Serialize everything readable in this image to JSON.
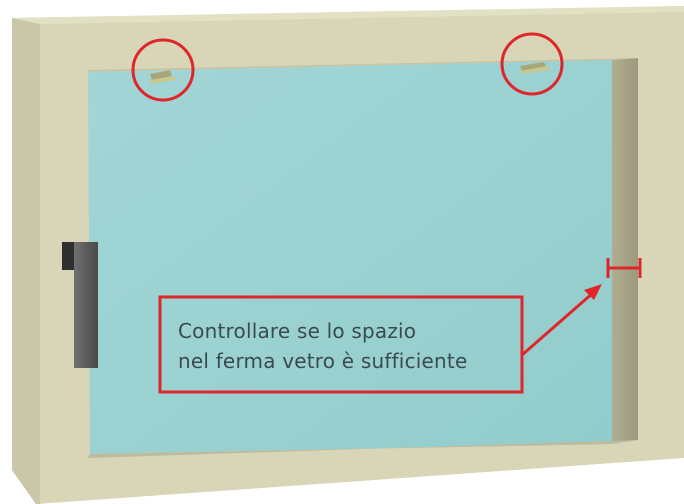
{
  "callout": {
    "line1": "Controllare se lo spazio",
    "line2": "nel ferma vetro è sufficiente"
  },
  "colors": {
    "frame": "#d8d6b6",
    "frame_shadow": "#b9b698",
    "glass": "#9dd3d3",
    "glass_channel": "#a5a386",
    "handle": "#5b5b5b",
    "annotation": "#e0262b",
    "text": "#3a4a55"
  },
  "icons": [
    "hinge-icon-left",
    "hinge-icon-right",
    "measure-gap-icon",
    "arrow-icon"
  ]
}
